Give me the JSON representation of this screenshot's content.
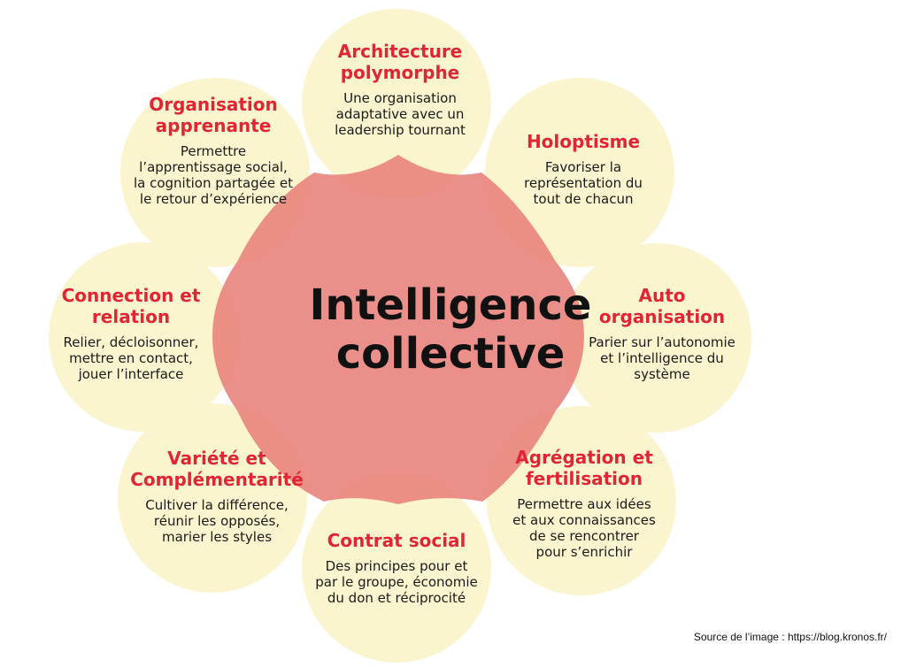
{
  "center": {
    "title": "Intelligence\ncollective"
  },
  "nodes": [
    {
      "id": "architecture",
      "title": "Architecture\npolymorphe",
      "desc": "Une organisation\nadaptative avec un\nleadership tournant"
    },
    {
      "id": "holoptisme",
      "title": "Holoptisme",
      "desc": "Favoriser la\nreprésentation du\ntout de chacun"
    },
    {
      "id": "auto-organisation",
      "title": "Auto\norganisation",
      "desc": "Parier sur l’autonomie\net l’intelligence du\nsystème"
    },
    {
      "id": "agregation",
      "title": "Agrégation et\nfertilisation",
      "desc": "Permettre aux idées\net aux connaissances\nde se rencontrer\npour s’enrichir"
    },
    {
      "id": "contrat-social",
      "title": "Contrat social",
      "desc": "Des principes pour et\npar le groupe, économie\ndu don et réciprocité"
    },
    {
      "id": "variete",
      "title": "Variété et\nComplémentarité",
      "desc": "Cultiver la différence,\nréunir les opposés,\nmarier les styles"
    },
    {
      "id": "connection",
      "title": "Connection et\nrelation",
      "desc": "Relier, décloisonner,\nmettre en contact,\njouer l’interface"
    },
    {
      "id": "organisation-apprenante",
      "title": "Organisation\napprenante",
      "desc": "Permettre\nl’apprentissage social,\nla cognition partagée et\nle retour d’expérience"
    }
  ],
  "source": {
    "text": "Source de l’image : https://blog.kronos.fr/"
  },
  "colors": {
    "title_red": "#e02535",
    "petal": "#fbf5cf",
    "hub": "#e8807a"
  }
}
